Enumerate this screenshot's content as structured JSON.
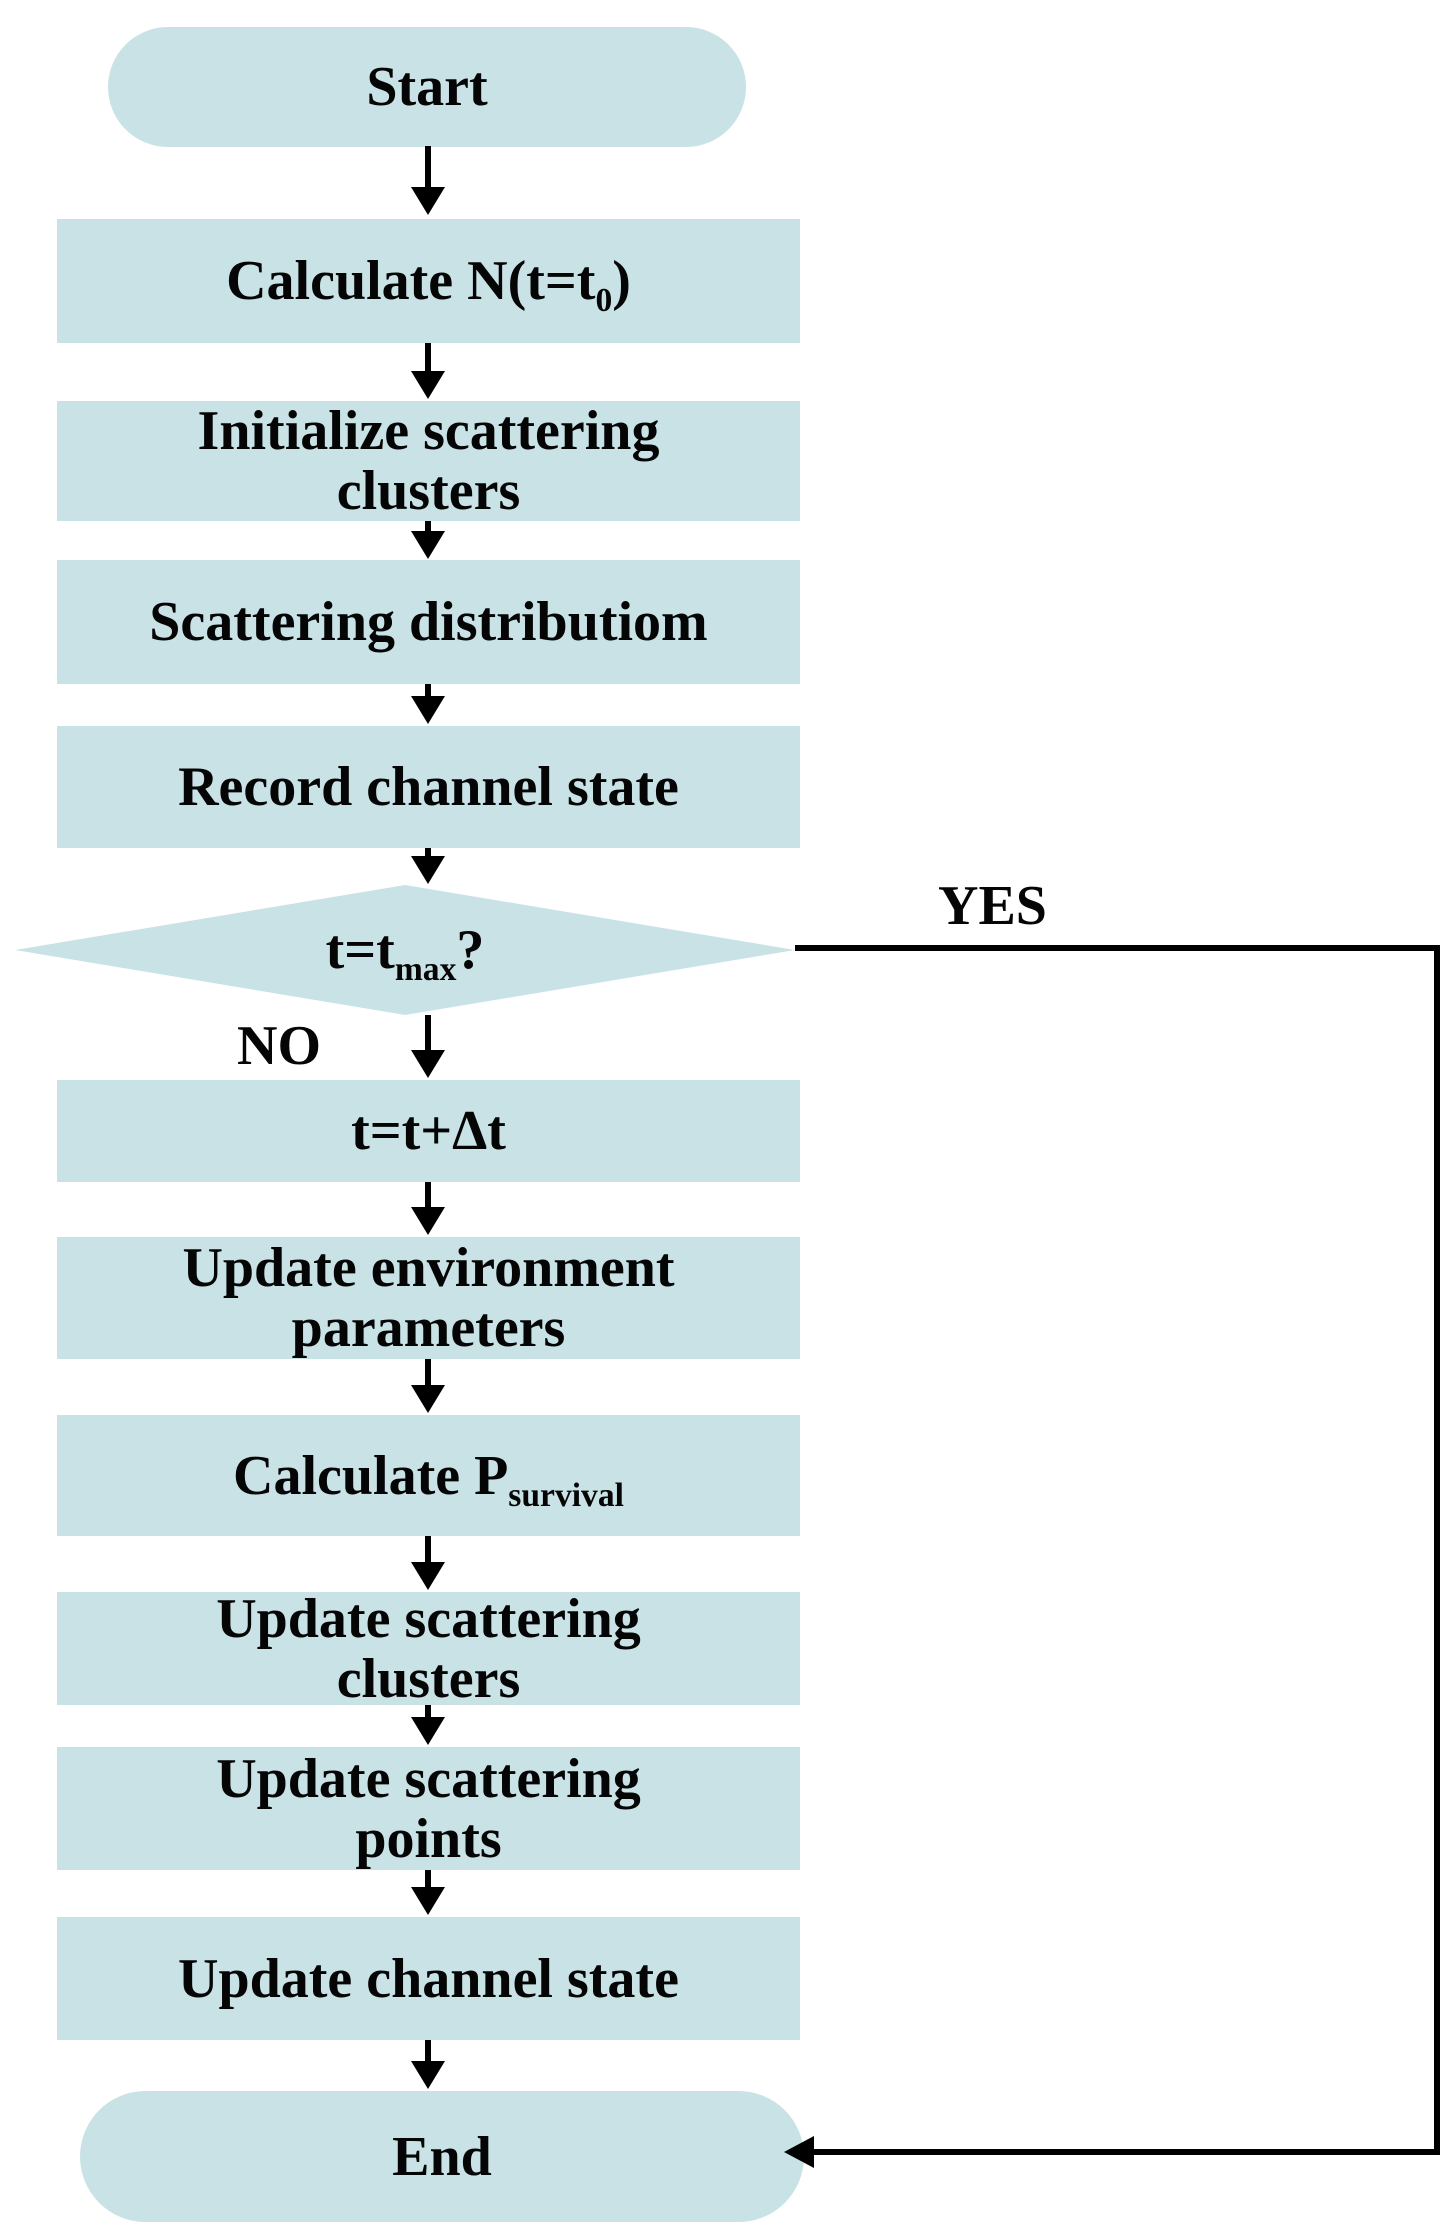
{
  "labels": {
    "yes": "YES",
    "no": "NO"
  },
  "colors": {
    "node_fill": "#c8e2e6",
    "line": "#000000",
    "text": "#050505",
    "background": "#ffffff"
  },
  "nodes": {
    "start": {
      "label": "Start"
    },
    "calculate_n": {
      "pre": "Calculate N(t=t",
      "sub": "0",
      "post": ")"
    },
    "initialize_clusters": {
      "line1": "Initialize scattering",
      "line2": "clusters"
    },
    "scattering_distribution": {
      "label": "Scattering distributiom"
    },
    "record_channel_state": {
      "label": "Record channel state"
    },
    "decision": {
      "pre": "t=t",
      "sub": "max",
      "post": "?"
    },
    "t_increment": {
      "label": "t=t+Δt"
    },
    "update_environment": {
      "line1": "Update environment",
      "line2": "parameters"
    },
    "calculate_p_survival": {
      "pre": "Calculate P",
      "sub": "survival",
      "post": ""
    },
    "update_clusters": {
      "line1": "Update scattering",
      "line2": "clusters"
    },
    "update_points": {
      "line1": "Update scattering",
      "line2": "points"
    },
    "update_channel_state": {
      "label": "Update channel state"
    },
    "end": {
      "label": "End"
    }
  },
  "edges": [
    {
      "from": "start",
      "to": "calculate_n"
    },
    {
      "from": "calculate_n",
      "to": "initialize_clusters"
    },
    {
      "from": "initialize_clusters",
      "to": "scattering_distribution"
    },
    {
      "from": "scattering_distribution",
      "to": "record_channel_state"
    },
    {
      "from": "record_channel_state",
      "to": "decision"
    },
    {
      "from": "decision",
      "to": "t_increment",
      "label": "NO"
    },
    {
      "from": "decision",
      "to": "end",
      "label": "YES"
    },
    {
      "from": "t_increment",
      "to": "update_environment"
    },
    {
      "from": "update_environment",
      "to": "calculate_p_survival"
    },
    {
      "from": "calculate_p_survival",
      "to": "update_clusters"
    },
    {
      "from": "update_clusters",
      "to": "update_points"
    },
    {
      "from": "update_points",
      "to": "update_channel_state"
    },
    {
      "from": "update_channel_state",
      "to": "end"
    }
  ]
}
